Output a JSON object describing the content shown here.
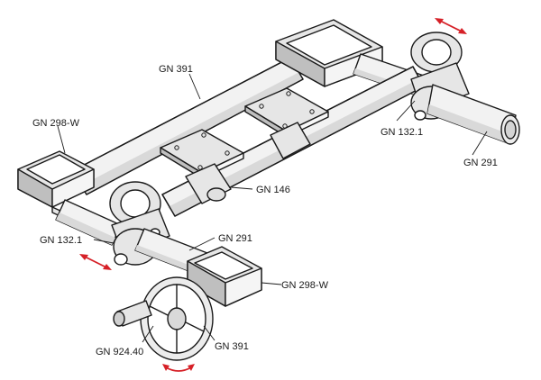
{
  "labels": {
    "gn391_top": "GN 391",
    "gn298w_left": "GN 298-W",
    "gn132_right": "GN 132.1",
    "gn291_right": "GN 291",
    "gn146": "GN 146",
    "gn132_left": "GN 132.1",
    "gn291_mid": "GN 291",
    "gn298w_bottom": "GN 298-W",
    "gn924": "GN 924.40",
    "gn391_bottom": "GN 391"
  },
  "colors": {
    "line": "#1a1a1a",
    "arrow": "#d62027",
    "tube": "#f2f2f2",
    "shade": "#d9d9d9"
  },
  "icons": {
    "linear_arrow": "double-headed-arrow",
    "rotation_arrow": "curved-double-arrow"
  }
}
